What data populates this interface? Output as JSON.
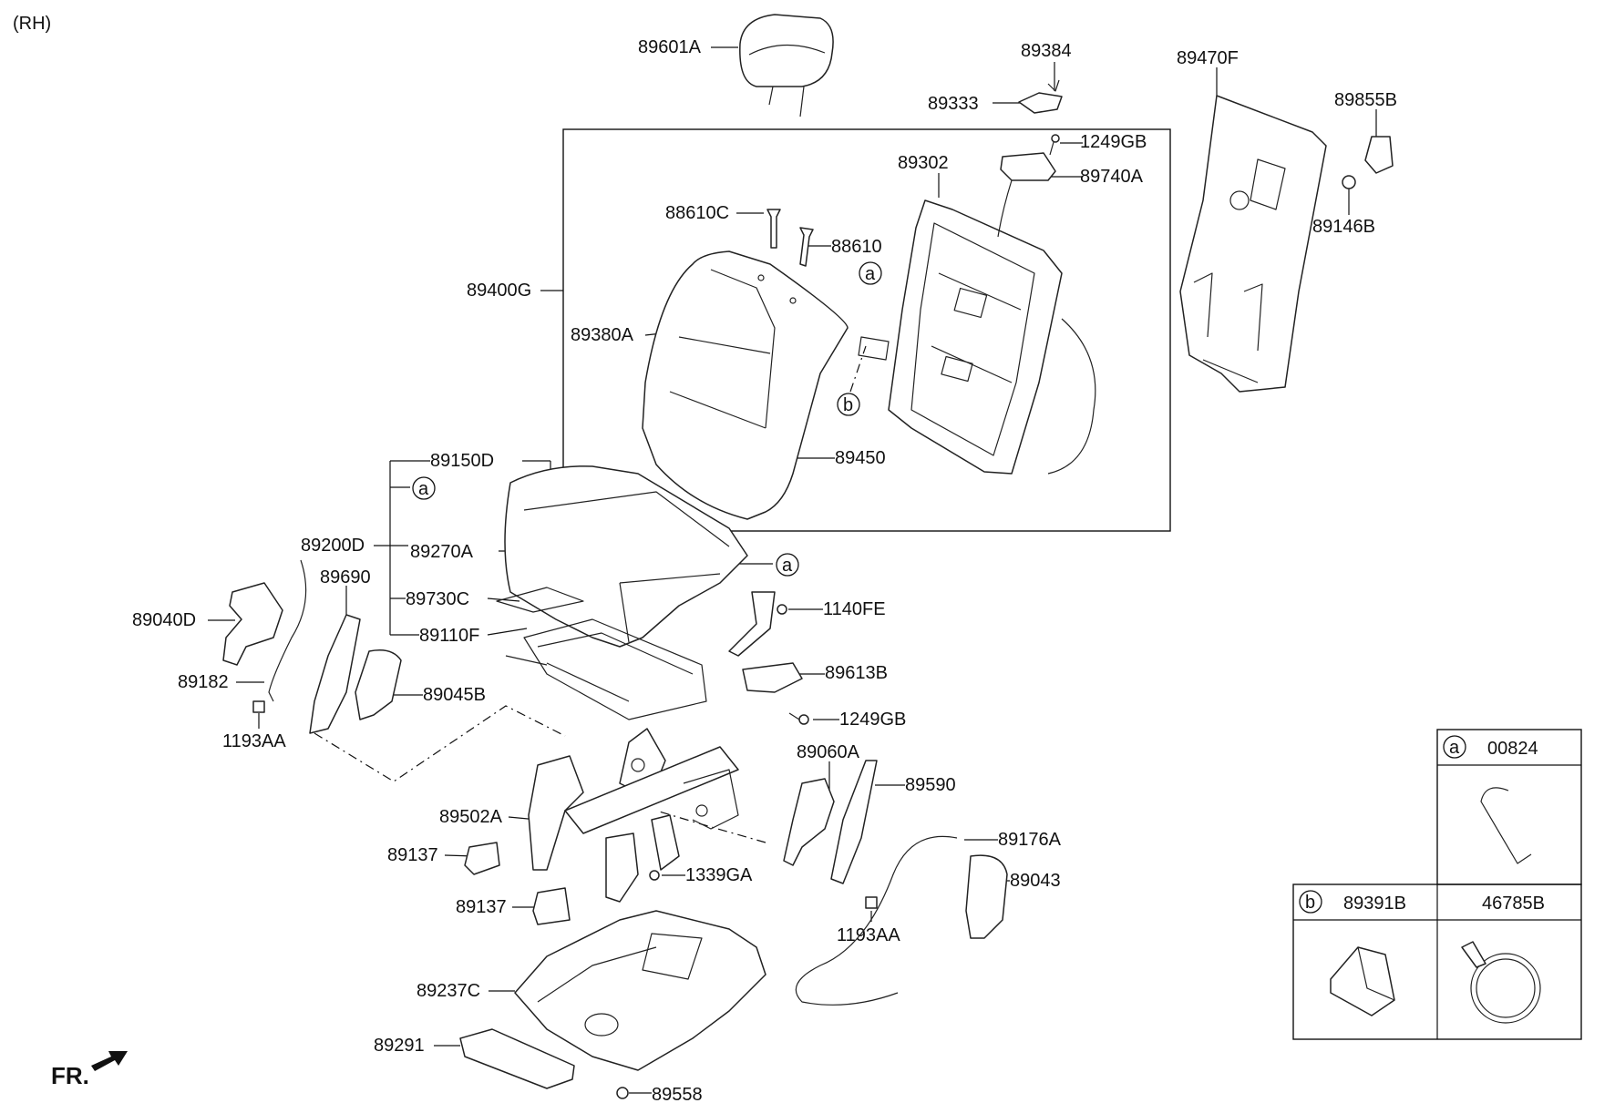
{
  "side": "(RH)",
  "front": "FR.",
  "parts": {
    "p89601A": "89601A",
    "p89384": "89384",
    "p89333": "89333",
    "p89470F": "89470F",
    "p89855B": "89855B",
    "p1249GB_a": "1249GB",
    "p89302": "89302",
    "p89740A": "89740A",
    "p88610C": "88610C",
    "p88610": "88610",
    "p89146B": "89146B",
    "p89400G": "89400G",
    "p89380A": "89380A",
    "p89450": "89450",
    "p89150D": "89150D",
    "p89200D": "89200D",
    "p89270A": "89270A",
    "p89690": "89690",
    "p89040D": "89040D",
    "p89730C": "89730C",
    "p1140FE": "1140FE",
    "p89110F": "89110F",
    "p89613B": "89613B",
    "p89182": "89182",
    "p89045B": "89045B",
    "p1249GB_b": "1249GB",
    "p1193AA_a": "1193AA",
    "p89060A": "89060A",
    "p89590": "89590",
    "p89502A": "89502A",
    "p89176A": "89176A",
    "p89137_a": "89137",
    "p1339GA": "1339GA",
    "p89043": "89043",
    "p89137_b": "89137",
    "p1193AA_b": "1193AA",
    "p89237C": "89237C",
    "p89291": "89291",
    "p89558": "89558"
  },
  "callouts": {
    "a": "a",
    "b": "b"
  },
  "legend": {
    "a_marker": "a",
    "a_part": "00824",
    "b_marker": "b",
    "b_part_1": "89391B",
    "b_part_2": "46785B"
  }
}
